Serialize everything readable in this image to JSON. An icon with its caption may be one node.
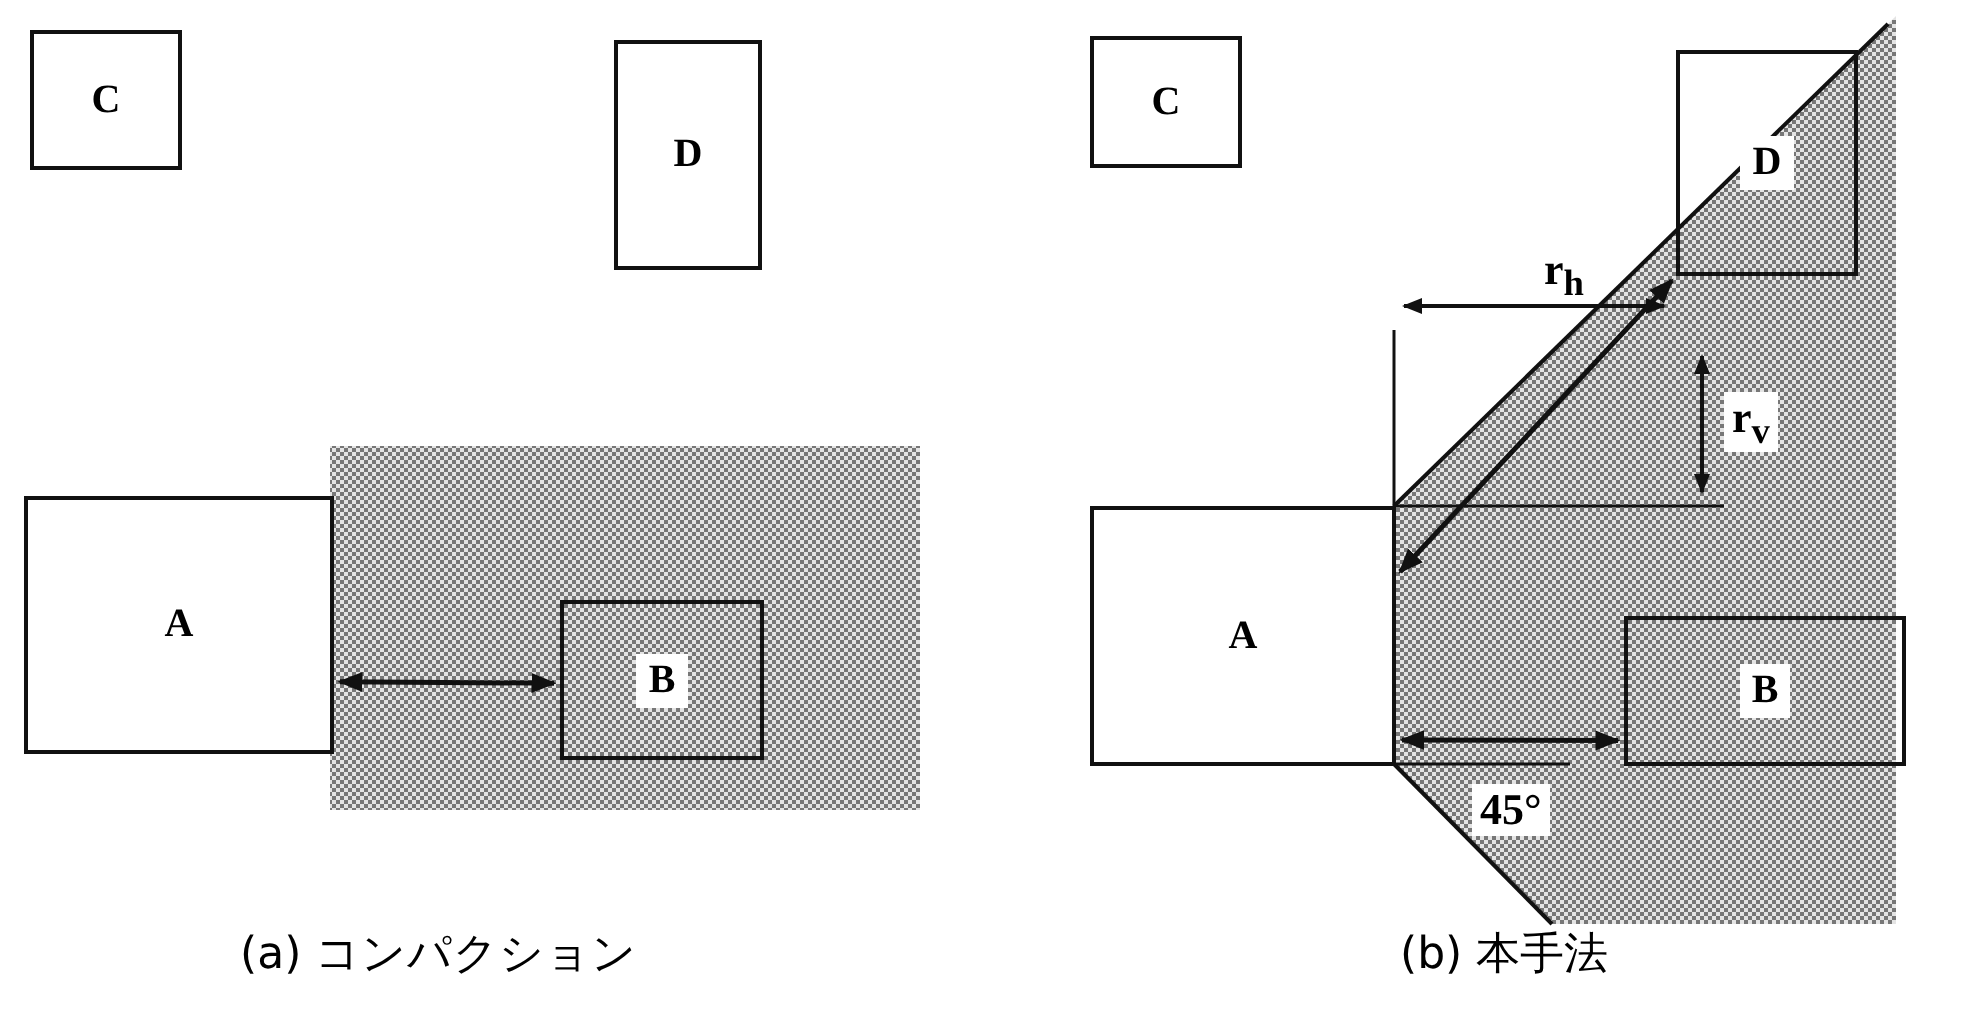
{
  "diagram": {
    "nodes": [
      {
        "text": [
          "C"
        ]
      },
      {
        "text": [
          "D"
        ]
      },
      {
        "text": [
          "A"
        ]
      },
      {
        "text": [
          "B"
        ]
      },
      {
        "text": [
          "C"
        ]
      },
      {
        "text": [
          "D"
        ]
      },
      {
        "text": [
          "A"
        ]
      },
      {
        "text": [
          "B"
        ]
      }
    ],
    "edges": [
      {
        "from": 2,
        "to": 3,
        "arrow": "both"
      },
      {
        "from": 6,
        "to": 7,
        "arrow": "both"
      },
      {
        "from": 6,
        "to": 5,
        "arrow": "both"
      }
    ],
    "labels": [
      "r$_{h}$",
      "r$_{v}$",
      "45°",
      "(a) コンパクション",
      "(b) 本手法"
    ]
  }
}
